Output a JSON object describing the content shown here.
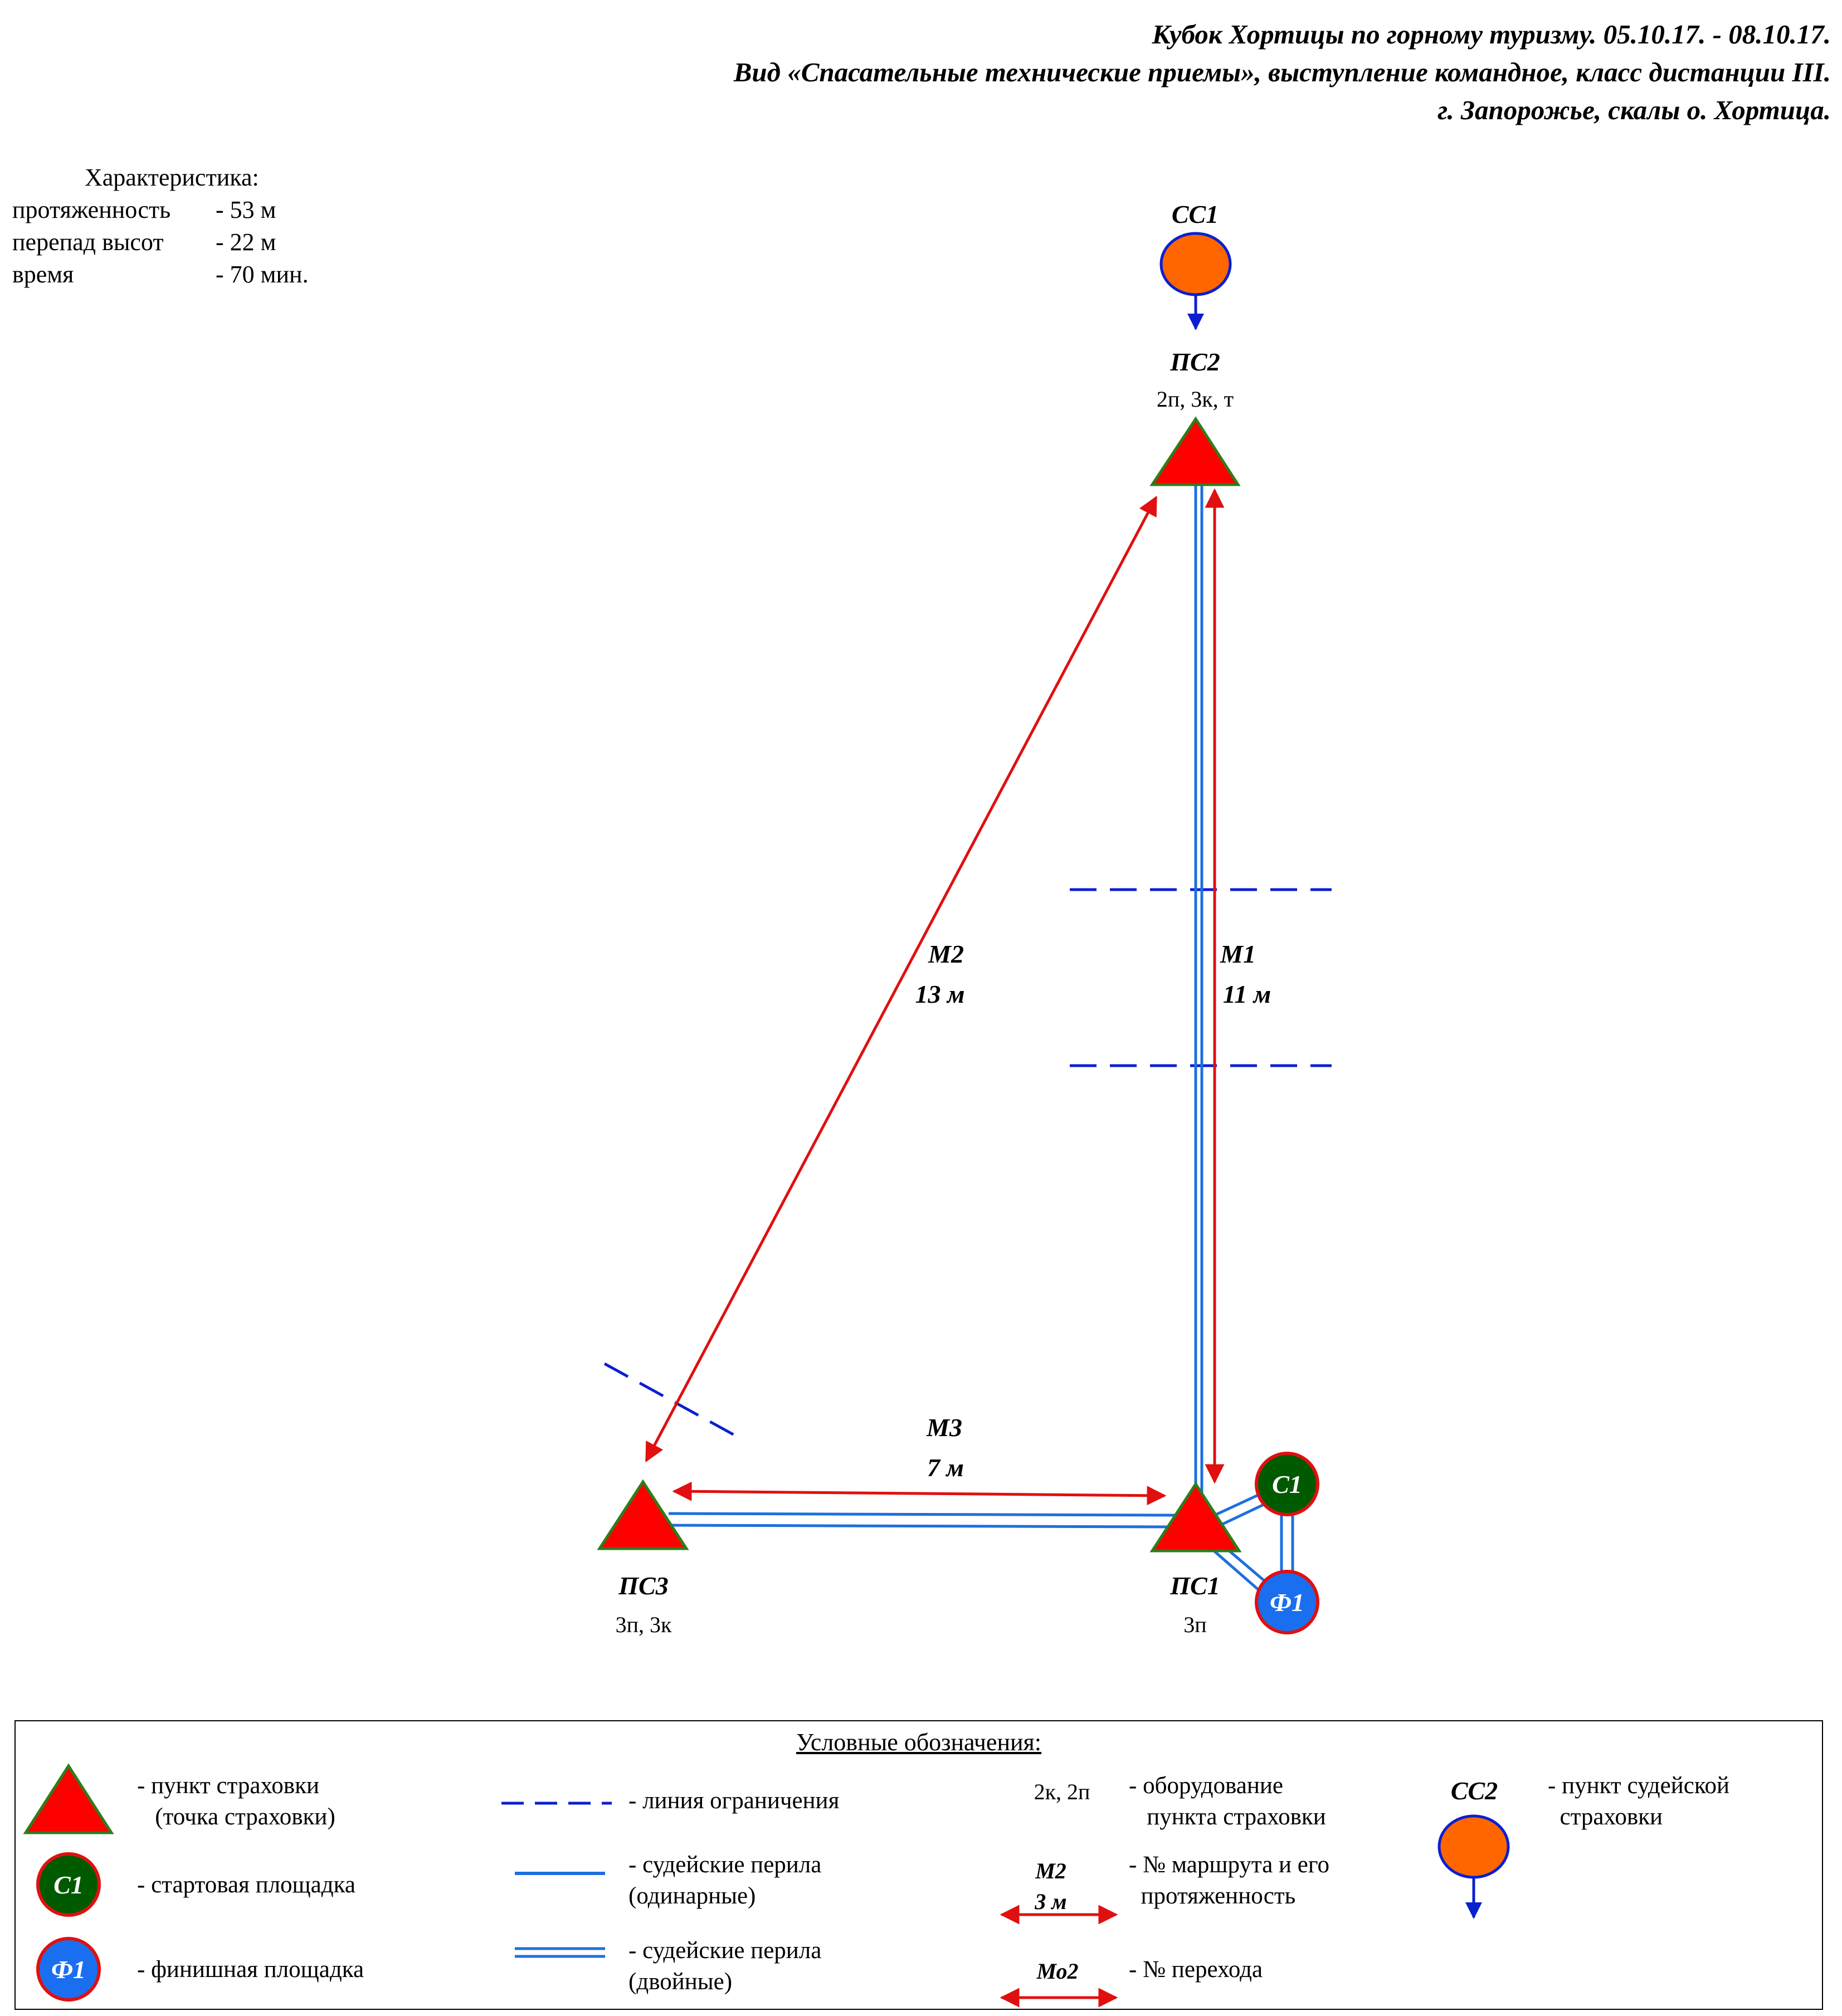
{
  "header": {
    "line1": "Кубок  Хортицы по горному туризму. 05.10.17. - 08.10.17.",
    "line2": "Вид «Спасательные технические приемы», выступление командное, класс дистанции III.",
    "line3": "г. Запорожье, скалы о. Хортица."
  },
  "characteristics": {
    "title": "Характеристика:",
    "rows": [
      {
        "key": "протяженность",
        "value": "- 53 м"
      },
      {
        "key": "перепад высот",
        "value": "- 22 м"
      },
      {
        "key": "время",
        "value": "- 70 мин."
      }
    ]
  },
  "diagram": {
    "points": {
      "ss1": {
        "label": "СС1"
      },
      "ps2": {
        "label": "ПС2",
        "equipment": "2п, 3к, т"
      },
      "ps1": {
        "label": "ПС1",
        "equipment": "3п"
      },
      "ps3": {
        "label": "ПС3",
        "equipment": "3п, 3к"
      },
      "c1": {
        "label": "С1"
      },
      "f1": {
        "label": "Ф1"
      }
    },
    "routes": {
      "m1": {
        "name": "М1",
        "length": "11 м"
      },
      "m2": {
        "name": "М2",
        "length": "13 м"
      },
      "m3": {
        "name": "М3",
        "length": "7 м"
      }
    },
    "colors": {
      "belay_point": "#ff0000",
      "belay_outline": "#2e7d1a",
      "rope": "#1e6fe0",
      "route_arrow": "#e01010",
      "limit_line": "#0a1fd0",
      "start": "#005a00",
      "finish": "#1a6ff0",
      "judge": "#ff6600"
    }
  },
  "legend": {
    "title": "Условные обозначения:",
    "belay_point": "- пункт страховки\n   (точка страховки)",
    "start": "- стартовая площадка",
    "start_symbol": "С1",
    "finish": "- финишная площадка",
    "finish_symbol": "Ф1",
    "limit_line": "- линия ограничения",
    "rope_single": "- судейские перила\n(одинарные)",
    "rope_double": "- судейские перила\n(двойные)",
    "equipment_example": "2к, 2п",
    "equipment": "- оборудование\n   пункта страховки",
    "route_example_name": "М2",
    "route_example_length": "3 м",
    "route": "- № маршрута и его\n  протяженность",
    "transition_example": "Мо2",
    "transition": "- № перехода",
    "judge_symbol": "СС2",
    "judge": "- пункт судейской\n  страховки"
  }
}
